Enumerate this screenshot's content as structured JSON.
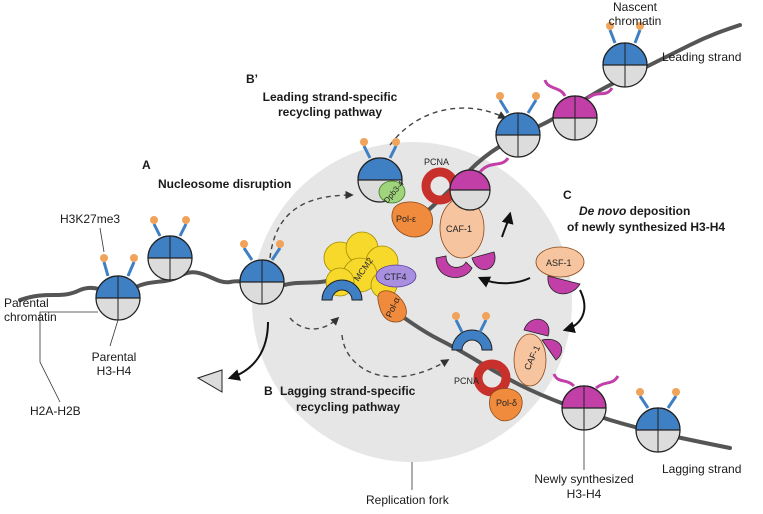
{
  "sections": {
    "a_letter": "A",
    "a_title": "Nucleosome disruption",
    "b_prime_letter": "B’",
    "b_prime_title_1": "Leading strand-specific",
    "b_prime_title_2": "recycling pathway",
    "b_letter": "B",
    "b_title_1": "Lagging strand-specific",
    "b_title_2": "recycling pathway",
    "c_letter": "C",
    "c_title_italic": "De novo",
    "c_title_rest": " deposition",
    "c_title_2": "of newly synthesized H3-H4"
  },
  "labels": {
    "h3k27me3": "H3K27me3",
    "parental_chromatin_1": "Parental",
    "parental_chromatin_2": "chromatin",
    "parental_h3h4_1": "Parental",
    "parental_h3h4_2": "H3-H4",
    "h2a_h2b": "H2A-H2B",
    "nascent_1": "Nascent",
    "nascent_2": "chromatin",
    "leading_strand": "Leading strand",
    "lagging_strand": "Lagging strand",
    "newly_1": "Newly synthesized",
    "newly_2": "H3-H4",
    "replication_fork": "Replication fork"
  },
  "proteins": {
    "pcna_top": "PCNA",
    "pcna_bottom": "PCNA",
    "pol_e": "Pol-ε",
    "pol_a": "Pol-α",
    "pol_d": "Pol-δ",
    "mcm2": "MCM2",
    "ctf4": "CTF4",
    "caf1_top": "CAF-1",
    "caf1_bottom": "CAF-1",
    "asf1": "ASF-1",
    "dpb34": "Dpb3-4"
  },
  "colors": {
    "parental_histone": "#3f7fc4",
    "new_histone": "#c23fa8",
    "h2a_h2b": "#dcdcdc",
    "mark": "#f0a35a",
    "pcna": "#c8302c",
    "polymerase": "#f08a3c",
    "caf1": "#f6c49e",
    "mcm2": "#f7d92c",
    "ctf4": "#a98fe0",
    "dpb34": "#9fd37c",
    "fork_background": "#e6e6e6",
    "dna": "#555555"
  }
}
